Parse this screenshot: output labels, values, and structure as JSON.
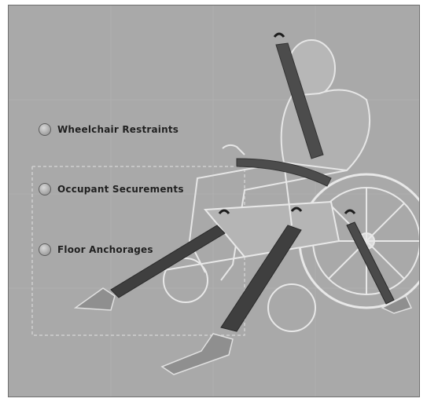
{
  "legend": {
    "items": [
      {
        "label": "Wheelchair Restraints"
      },
      {
        "label": "Occupant Securements"
      },
      {
        "label": "Floor Anchorages"
      }
    ]
  }
}
